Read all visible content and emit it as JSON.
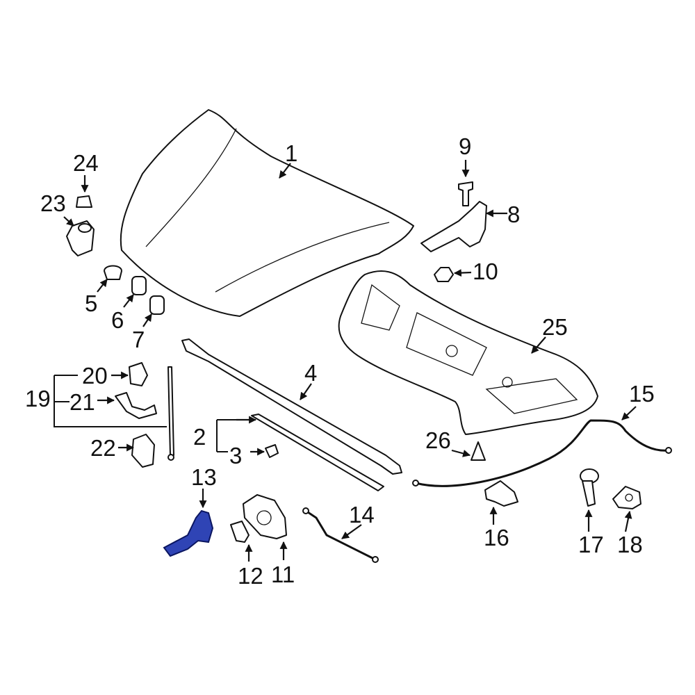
{
  "title": "Hood & Components Parts Diagram",
  "highlight_color": "#2f44b5",
  "callouts": {
    "c1": "1",
    "c2": "2",
    "c3": "3",
    "c4": "4",
    "c5": "5",
    "c6": "6",
    "c7": "7",
    "c8": "8",
    "c9": "9",
    "c10": "10",
    "c11": "11",
    "c12": "12",
    "c13": "13",
    "c14": "14",
    "c15": "15",
    "c16": "16",
    "c17": "17",
    "c18": "18",
    "c19": "19",
    "c20": "20",
    "c21": "21",
    "c22": "22",
    "c23": "23",
    "c24": "24",
    "c25": "25",
    "c26": "26"
  },
  "highlighted_part": "13"
}
